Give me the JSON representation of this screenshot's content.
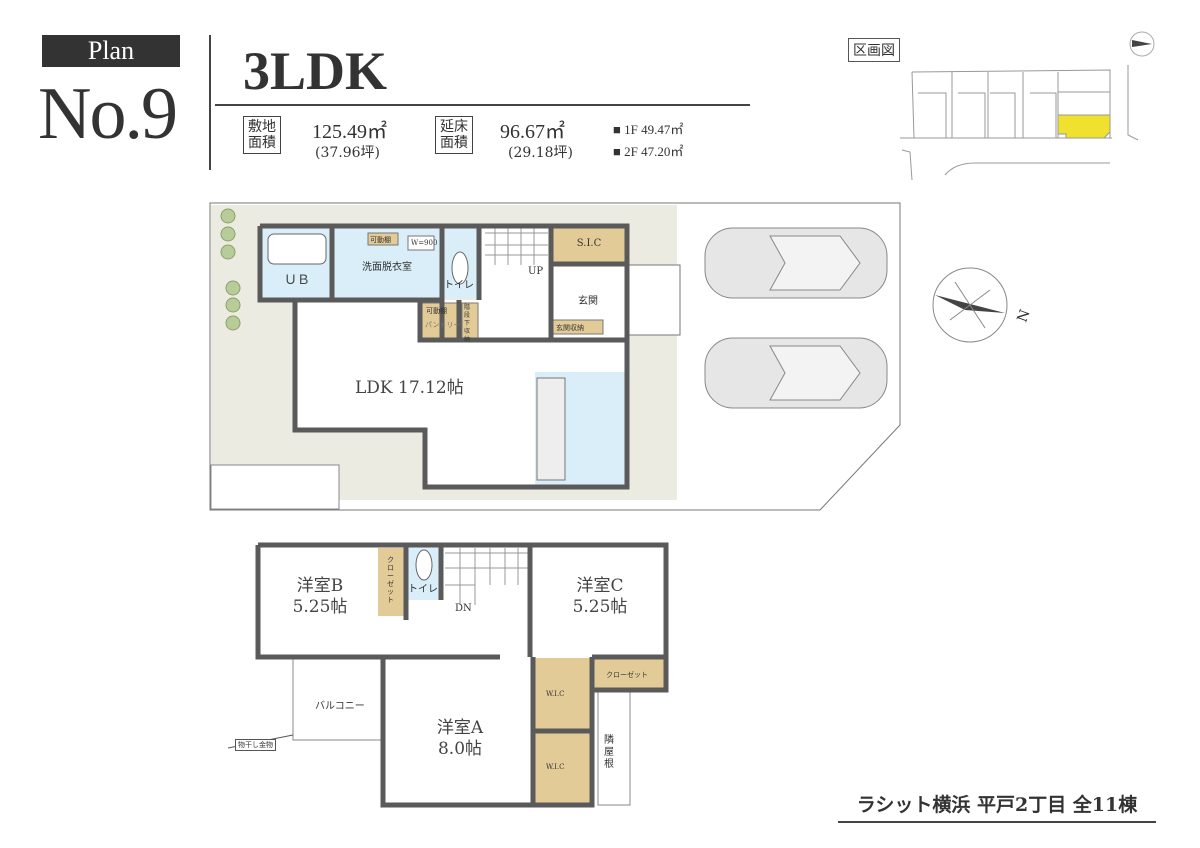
{
  "header": {
    "plan_label": "Plan",
    "plan_number": "No.9",
    "layout_type": "3LDK"
  },
  "areas": {
    "site": {
      "label_line1": "敷地",
      "label_line2": "面積",
      "value": "125.49㎡",
      "tsubo": "(37.96坪)"
    },
    "floor": {
      "label_line1": "延床",
      "label_line2": "面積",
      "value": "96.67㎡",
      "tsubo": "(29.18坪)"
    },
    "floors": [
      {
        "text": "■ 1F 49.47㎡"
      },
      {
        "text": "■ 2F 47.20㎡"
      }
    ]
  },
  "site_map": {
    "label": "区画図",
    "highlight_color": "#f0e12f"
  },
  "first_floor": {
    "rooms": {
      "ub": "ＵＢ",
      "washroom": "洗面脱衣室",
      "toilet": "トイレ",
      "sic": "S.I.C",
      "entrance": "玄関",
      "entrance_storage": "玄関収納",
      "ldk": "LDK 17.12帖",
      "up": "UP",
      "shelf1": "可動棚",
      "shelf2": "可動棚",
      "pantry": "パントリー",
      "w900": "W=900",
      "storage": "階段下収納"
    },
    "compass_label": "N"
  },
  "second_floor": {
    "rooms": {
      "room_b": {
        "name": "洋室B",
        "size": "5.25帖"
      },
      "room_c": {
        "name": "洋室C",
        "size": "5.25帖"
      },
      "room_a": {
        "name": "洋室A",
        "size": "8.0帖"
      },
      "closet_b": "クローゼット",
      "closet_c": "クローゼット",
      "toilet": "トイレ",
      "dn": "DN",
      "wic1": "W.I.C",
      "wic2": "W.I.C",
      "balcony": "バルコニー",
      "laundry": "物干し金物",
      "neighbor_roof": "隣屋根"
    }
  },
  "footer": {
    "property_title": "ラシット横浜 平戸2丁目 全11棟"
  },
  "colors": {
    "wall": "#5a5a5a",
    "wet_area": "#d9eef8",
    "storage": "#e3cb98",
    "yard": "#ecebe2"
  }
}
